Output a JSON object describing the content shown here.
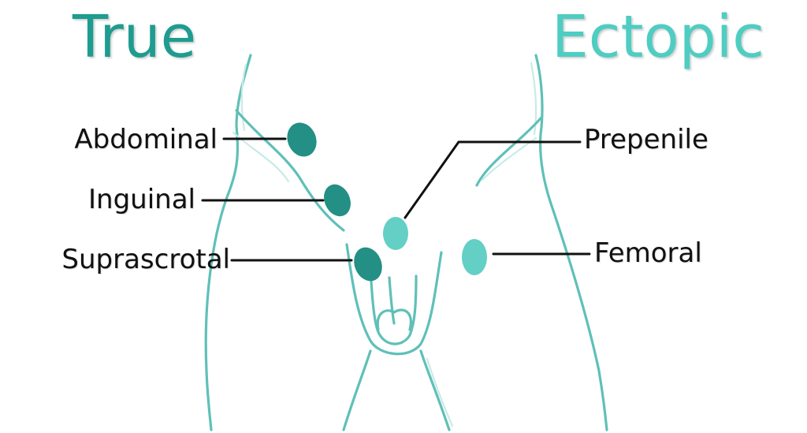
{
  "headings": {
    "true": "True",
    "ectopic": "Ectopic"
  },
  "labels": {
    "abdominal": "Abdominal",
    "inguinal": "Inguinal",
    "suprascrotal": "Suprascrotal",
    "prepenile": "Prepenile",
    "femoral": "Femoral"
  },
  "colors": {
    "true_heading": "#1e9c90",
    "ectopic_heading": "#4fcdc2",
    "true_marker": "#238f85",
    "ectopic_marker": "#63cfc5",
    "outline": "#5fc0b8",
    "leader": "#111111"
  }
}
